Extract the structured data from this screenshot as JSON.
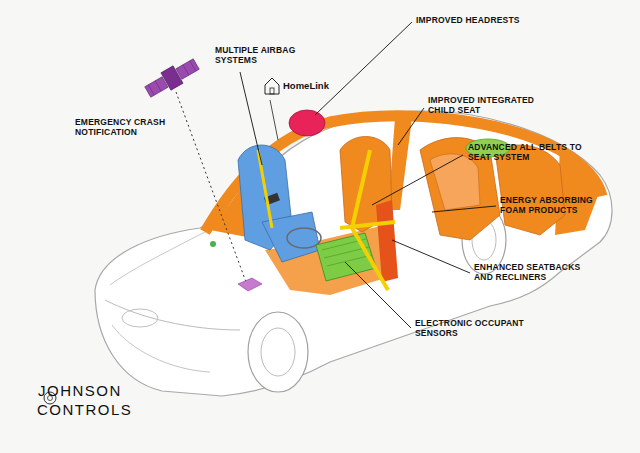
{
  "diagram": {
    "labels": [
      "MULTIPLE AIRBAG SYSTEMS",
      "IMPROVED HEADRESTS",
      "HomeLink",
      "EMERGENCY CRASH NOTIFICATION",
      "IMPROVED INTEGRATED CHILD SEAT",
      "ADVANCED ALL BELTS TO SEAT SYSTEM",
      "ENERGY ABSORBING FOAM PRODUCTS",
      "ENHANCED SEATBACKS AND RECLINERS",
      "ELECTRONIC OCCUPANT SENSORS",
      "JOHNSON",
      "CONTROLS"
    ]
  }
}
